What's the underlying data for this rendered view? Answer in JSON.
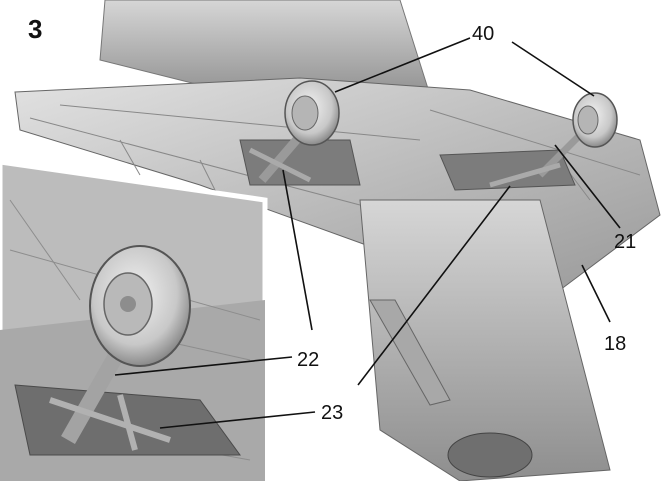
{
  "figure": {
    "step_number": "3",
    "callouts": [
      {
        "id": "c40",
        "text": "40"
      },
      {
        "id": "c21",
        "text": "21"
      },
      {
        "id": "c18",
        "text": "18"
      },
      {
        "id": "c22",
        "text": "22"
      },
      {
        "id": "c23",
        "text": "23"
      }
    ]
  }
}
